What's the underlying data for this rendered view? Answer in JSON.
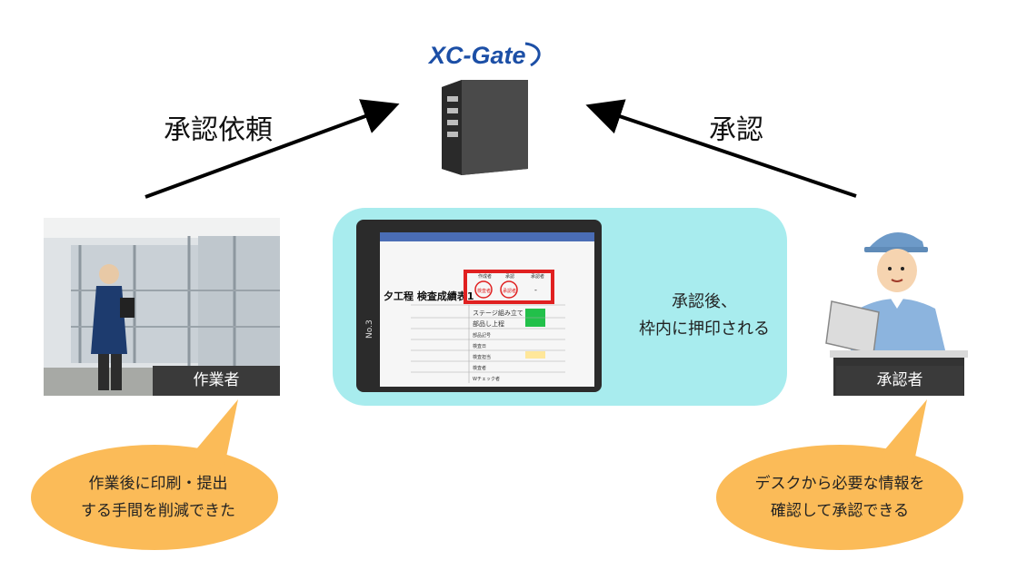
{
  "logo": {
    "text": "XC-Gate"
  },
  "arrows": {
    "left_label": "承認依頼",
    "right_label": "承認"
  },
  "left_panel": {
    "caption": "作業者"
  },
  "right_panel": {
    "caption": "承認者"
  },
  "center": {
    "text_line1": "承認後、",
    "text_line2": "枠内に押印される",
    "tablet_title": "夕工程 検査成績表1",
    "device_label": "No.3",
    "stamp_headers": [
      "作成者",
      "承認",
      "承認者"
    ],
    "stamp_marks": [
      "検査者",
      "承認者",
      "-"
    ],
    "rows": [
      "ステージ組み立て",
      "部品し上程",
      "部品記号",
      "検査日",
      "検査担当",
      "検査者",
      "Wチェック者"
    ]
  },
  "bubbles": {
    "left": {
      "line1": "作業後に印刷・提出",
      "line2": "する手間を削減できた"
    },
    "right": {
      "line1": "デスクから必要な情報を",
      "line2": "確認して承認できる"
    }
  },
  "colors": {
    "bubble": "#fbbb58",
    "center_bg": "#a8ecee",
    "logo_blue": "#1c4fa6",
    "stamp_red": "#e02020",
    "caption_bg": "#3a3a3a"
  }
}
